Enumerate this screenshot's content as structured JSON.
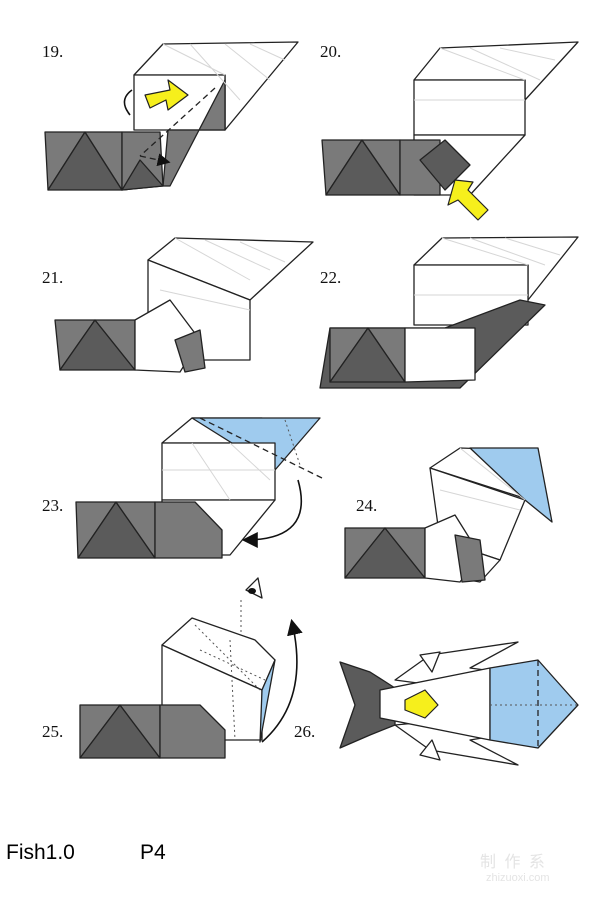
{
  "steps": [
    {
      "label": "19."
    },
    {
      "label": "20."
    },
    {
      "label": "21."
    },
    {
      "label": "22."
    },
    {
      "label": "23."
    },
    {
      "label": "24."
    },
    {
      "label": "25."
    },
    {
      "label": "26."
    }
  ],
  "footer": {
    "title": "Fish1.0",
    "page": "P4"
  },
  "watermark": {
    "cn": "制 作 系",
    "url": "zhizuoxi.com"
  },
  "colors": {
    "grey_paper": "#7a7a7a",
    "blue_paper": "#9fcbee",
    "arrow_yellow": "#f6ef1c"
  }
}
